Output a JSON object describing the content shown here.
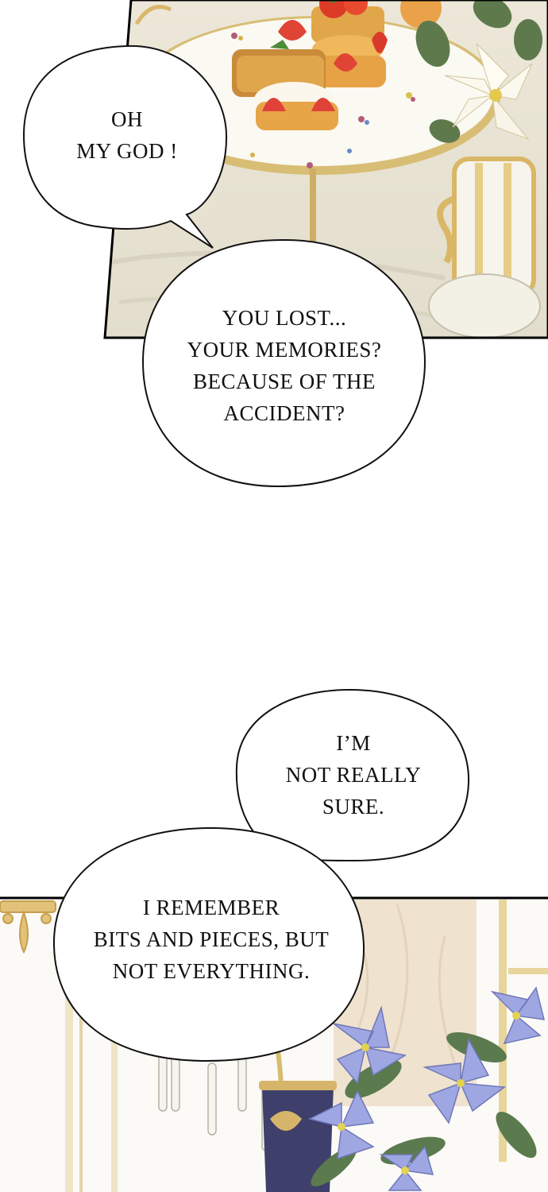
{
  "bubbles": {
    "oh_my_god": "OH\nMY GOD !",
    "you_lost": "YOU LOST...\nYOUR MEMORIES?\nBECAUSE OF THE\nACCIDENT?",
    "not_sure": "I’M\nNOT REALLY\nSURE.",
    "remember": "I REMEMBER\nBITS AND PIECES, BUT\nNOT EVERYTHING."
  }
}
